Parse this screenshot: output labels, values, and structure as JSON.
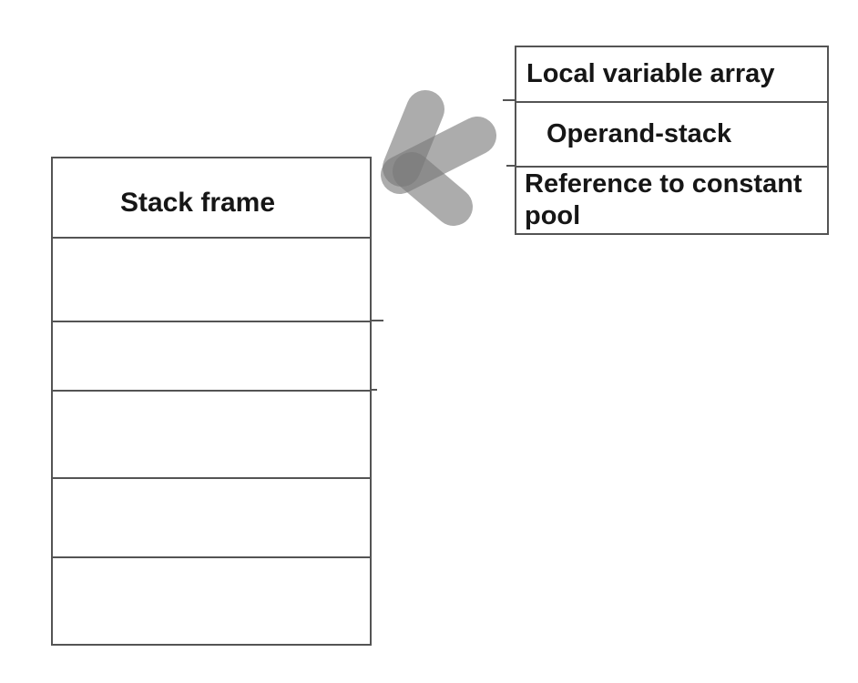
{
  "diagram": {
    "stack_frame_table": {
      "title": "Stack frame",
      "empty_row_count": 5
    },
    "frame_contents_table": {
      "rows": [
        {
          "label": "Local variable array"
        },
        {
          "label": "Operand-stack"
        },
        {
          "label": "Reference to constant pool"
        }
      ]
    },
    "arrow": {
      "direction": "left"
    },
    "colors": {
      "background": "#ffffff",
      "border": "#545454",
      "text": "#161616",
      "arrow": "#7a7a7a"
    }
  }
}
